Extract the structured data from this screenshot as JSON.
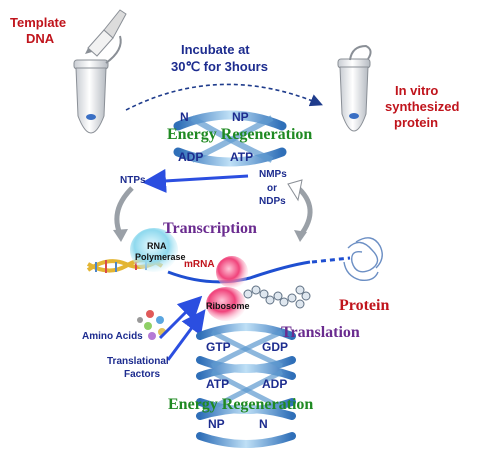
{
  "top": {
    "template_dna_line1": "Template",
    "template_dna_line2": "DNA",
    "incubate_line1": "Incubate at",
    "incubate_line2": "30℃ for 3hours",
    "in_vitro_line1": "In vitro",
    "in_vitro_line2": "synthesized",
    "in_vitro_line3": "protein"
  },
  "energy_top": {
    "n": "N",
    "np": "NP",
    "title": "Energy Regeneration",
    "adp": "ADP",
    "atp": "ATP"
  },
  "nucleotides": {
    "ntps": "NTPs",
    "nmps": "NMPs",
    "or": "or",
    "ndps": "NDPs"
  },
  "transcription": {
    "title": "Transcription",
    "polymerase_line1": "RNA",
    "polymerase_line2": "Polymerase",
    "mrna": "mRNA",
    "ribosome": "Ribosome",
    "protein": "Protein",
    "translation": "Translation"
  },
  "inputs": {
    "amino_acids": "Amino Acids",
    "factors_line1": "Translational",
    "factors_line2": "Factors"
  },
  "energy_bottom": {
    "gtp": "GTP",
    "gdp": "GDP",
    "atp": "ATP",
    "adp": "ADP",
    "title": "Energy Regeneration",
    "np": "NP",
    "n": "N"
  },
  "colors": {
    "red_text": "#c0141c",
    "navy_text": "#1d2c8f",
    "green_text": "#1f8a22",
    "purple_text": "#6a2b8f",
    "arrow_blue": "#2b4ee0",
    "cycle_blue": "#7ab3dd",
    "ribosome_pink": "#ea2f6e"
  }
}
